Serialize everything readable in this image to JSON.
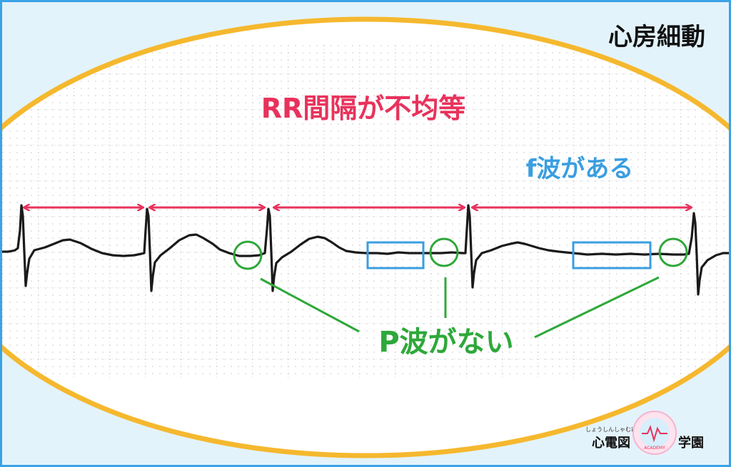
{
  "title": "心房細動",
  "labels": {
    "rr": "RR間隔が不均等",
    "f_wave": "f波がある",
    "no_p": "P波がない"
  },
  "logo": {
    "ruby": "しょうしんしゃむけ",
    "left_text": "心電図",
    "right_text": "学園",
    "emblem_text": "ACADEMY"
  },
  "colors": {
    "frame": "#3aa2e6",
    "oval": "#f5b82e",
    "rr": "#e8325c",
    "f_wave": "#3a9ee0",
    "no_p": "#2ea83a",
    "trace": "#1a1a1a",
    "grid": "#c8c8c8"
  },
  "icons": [
    "rr-double-arrow-icon",
    "p-wave-circle-icon",
    "f-wave-box-icon",
    "academy-emblem-icon"
  ]
}
